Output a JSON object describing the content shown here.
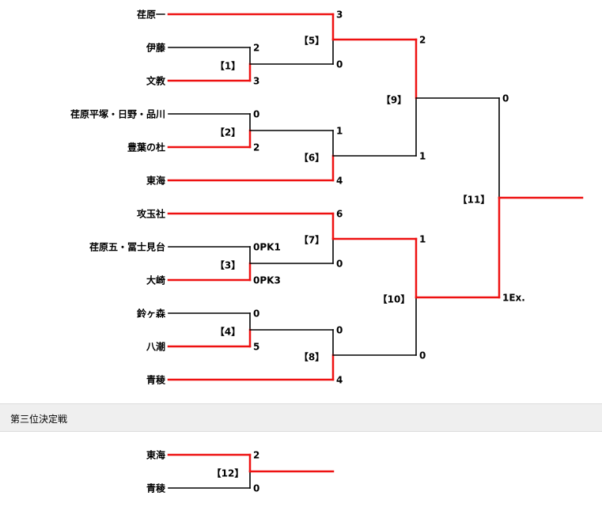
{
  "colors": {
    "win": "#ee1111",
    "loss": "#000000",
    "header_bg": "#efefef"
  },
  "section": {
    "third_place_title": "第三位決定戦"
  },
  "teams": [
    {
      "id": "t1",
      "name": "荏原一"
    },
    {
      "id": "t2",
      "name": "伊藤"
    },
    {
      "id": "t3",
      "name": "文教"
    },
    {
      "id": "t4",
      "name": "荏原平塚・日野・品川"
    },
    {
      "id": "t5",
      "name": "豊葉の杜"
    },
    {
      "id": "t6",
      "name": "東海"
    },
    {
      "id": "t7",
      "name": "攻玉社"
    },
    {
      "id": "t8",
      "name": "荏原五・冨士見台"
    },
    {
      "id": "t9",
      "name": "大崎"
    },
    {
      "id": "t10",
      "name": "鈴ヶ森"
    },
    {
      "id": "t11",
      "name": "八潮"
    },
    {
      "id": "t12",
      "name": "青稜"
    },
    {
      "id": "t13",
      "name": "東海"
    },
    {
      "id": "t14",
      "name": "青稜"
    }
  ],
  "matches": [
    {
      "id": "m1",
      "label": "【1】",
      "top_score": "2",
      "bottom_score": "3",
      "winner": "bottom"
    },
    {
      "id": "m2",
      "label": "【2】",
      "top_score": "0",
      "bottom_score": "2",
      "winner": "bottom"
    },
    {
      "id": "m3",
      "label": "【3】",
      "top_score": "0PK1",
      "bottom_score": "0PK3",
      "winner": "bottom"
    },
    {
      "id": "m4",
      "label": "【4】",
      "top_score": "0",
      "bottom_score": "5",
      "winner": "bottom"
    },
    {
      "id": "m5",
      "label": "【5】",
      "top_score": "3",
      "bottom_score": "0",
      "winner": "top"
    },
    {
      "id": "m6",
      "label": "【6】",
      "top_score": "1",
      "bottom_score": "4",
      "winner": "bottom"
    },
    {
      "id": "m7",
      "label": "【7】",
      "top_score": "6",
      "bottom_score": "0",
      "winner": "top"
    },
    {
      "id": "m8",
      "label": "【8】",
      "top_score": "0",
      "bottom_score": "4",
      "winner": "bottom"
    },
    {
      "id": "m9",
      "label": "【9】",
      "top_score": "2",
      "bottom_score": "1",
      "winner": "top"
    },
    {
      "id": "m10",
      "label": "【10】",
      "top_score": "1",
      "bottom_score": "0",
      "winner": "top"
    },
    {
      "id": "m11",
      "label": "【11】",
      "top_score": "0",
      "bottom_score": "1Ex.",
      "winner": "bottom"
    },
    {
      "id": "m12",
      "label": "【12】",
      "top_score": "2",
      "bottom_score": "0",
      "winner": "top"
    }
  ]
}
